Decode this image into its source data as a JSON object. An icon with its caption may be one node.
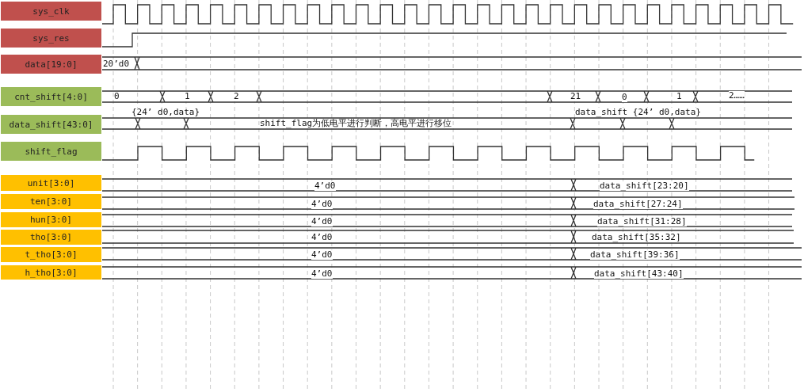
{
  "diagram": {
    "nodes": [
      {
        "text": [
          "sys_clk"
        ]
      },
      {
        "text": [
          "sys_res"
        ]
      },
      {
        "text": [
          "data[19:0]"
        ]
      },
      {
        "text": [
          "cnt_shift[4:0]"
        ]
      },
      {
        "text": [
          "data_shift[43:0]"
        ]
      },
      {
        "text": [
          "shift_flag"
        ]
      },
      {
        "text": [
          "unit[3:0]"
        ]
      },
      {
        "text": [
          "ten[3:0]"
        ]
      },
      {
        "text": [
          "hun[3:0]"
        ]
      },
      {
        "text": [
          "tho[3:0]"
        ]
      },
      {
        "text": [
          "t_tho[3:0]"
        ]
      },
      {
        "text": [
          "h_tho[3:0]"
        ]
      }
    ],
    "labels": [
      "20’d0",
      "0",
      "1",
      "2",
      "21",
      "0",
      "1",
      "2……",
      "{24’ d0,data}",
      "shift_flag为低电平进行判断，高电平进行移位",
      "data_shift {24’ d0,data}",
      "4’d0",
      "data_shift[23:20]",
      "4’d0",
      "data_shift[27:24]",
      "4’d0",
      "data_shift[31:28]",
      "4’d0",
      "data_shift[35:32]",
      "4’d0",
      "data_shift[39:36]",
      "4’d0",
      "data_shift[43:40]"
    ]
  }
}
